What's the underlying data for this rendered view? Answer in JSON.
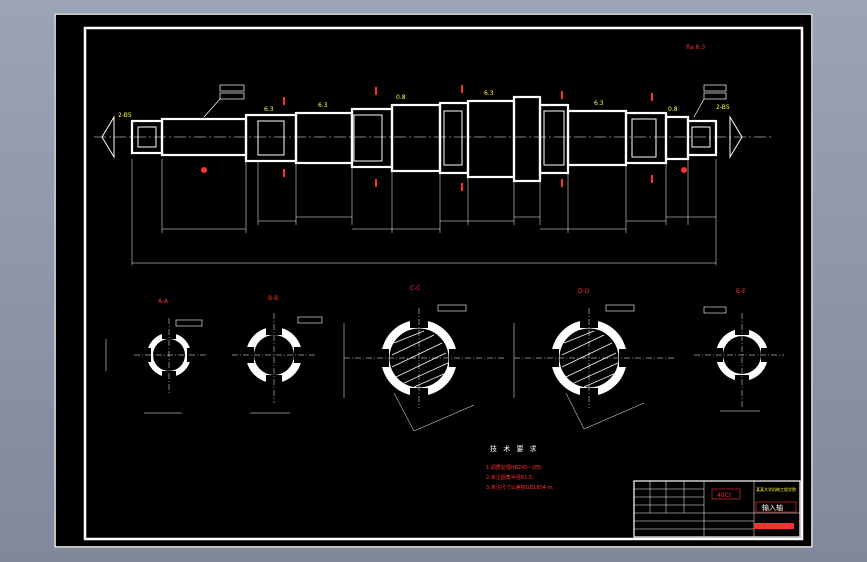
{
  "drawing": {
    "roughness_note": "Ra 6.3",
    "section_labels": [
      "A-A",
      "B-B",
      "C-C",
      "D-D",
      "E-E"
    ],
    "tech_req": {
      "title": "技 术 要 求",
      "items": [
        "1.调质处理HB240~285;",
        "2.未注圆角半径R1.5;",
        "3.未注尺寸公差按GB1804-m;"
      ]
    },
    "title_block": {
      "part_name": "输入轴",
      "material": "40Cr",
      "school": "某某大学机械工程学院"
    },
    "colors": {
      "background": "#000000",
      "lines": "#ffffff",
      "annotations": "#ff3030",
      "frame": "#ffffff"
    }
  }
}
